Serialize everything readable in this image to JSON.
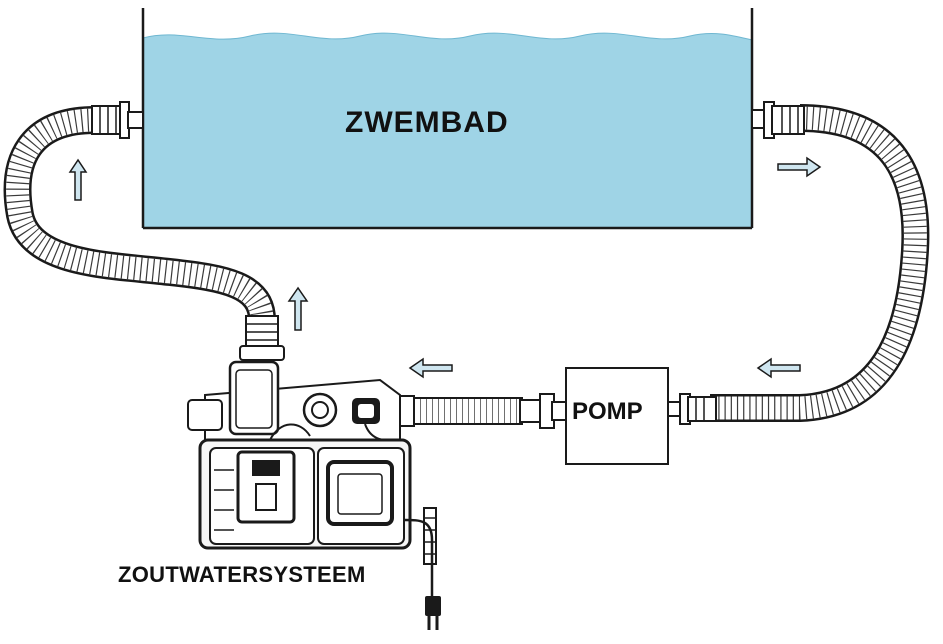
{
  "labels": {
    "pool": "ZWEMBAD",
    "pump": "POMP",
    "salt_system": "ZOUTWATERSYSTEEM"
  },
  "colors": {
    "water": "#9fd4e6",
    "water_edge": "#6fb7d1",
    "arrow_fill": "#cfe6f0",
    "outline": "#1a1a1a"
  },
  "icons": [
    "flow-arrow-icon",
    "power-plug-icon"
  ]
}
